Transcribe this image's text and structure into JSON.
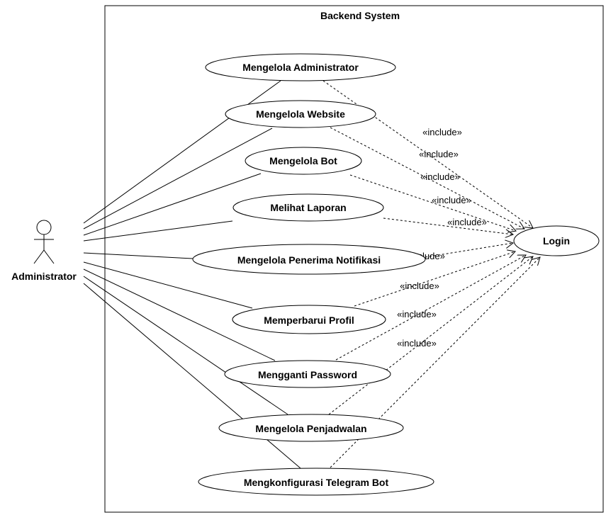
{
  "system": {
    "title": "Backend System"
  },
  "actor": {
    "name": "Administrator"
  },
  "use_cases": [
    {
      "label": "Mengelola Administrator"
    },
    {
      "label": "Mengelola Website"
    },
    {
      "label": "Mengelola Bot"
    },
    {
      "label": "Melihat Laporan"
    },
    {
      "label": "Mengelola Penerima Notifikasi"
    },
    {
      "label": "Memperbarui Profil"
    },
    {
      "label": "Mengganti Password"
    },
    {
      "label": "Mengelola Penjadwalan"
    },
    {
      "label": "Mengkonfigurasi Telegram Bot"
    }
  ],
  "login": {
    "label": "Login"
  },
  "include_label": "«include»"
}
